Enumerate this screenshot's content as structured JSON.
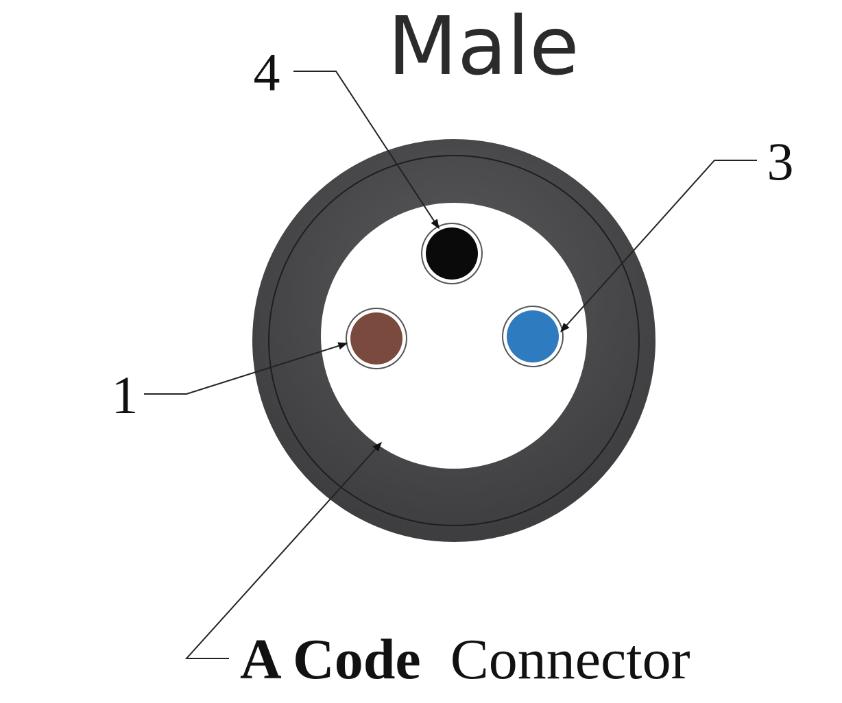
{
  "title": "Male",
  "pins": [
    {
      "number": "1",
      "color": "#7b4a3e"
    },
    {
      "number": "3",
      "color": "#2e7bbf"
    },
    {
      "number": "4",
      "color": "#0a0a0a"
    }
  ],
  "caption": {
    "bold_part": "A Code",
    "regular_part": "Connector"
  },
  "colors": {
    "shell": "#4a4a4c",
    "shell_line": "#1e1e1e",
    "insert": "#ffffff"
  }
}
